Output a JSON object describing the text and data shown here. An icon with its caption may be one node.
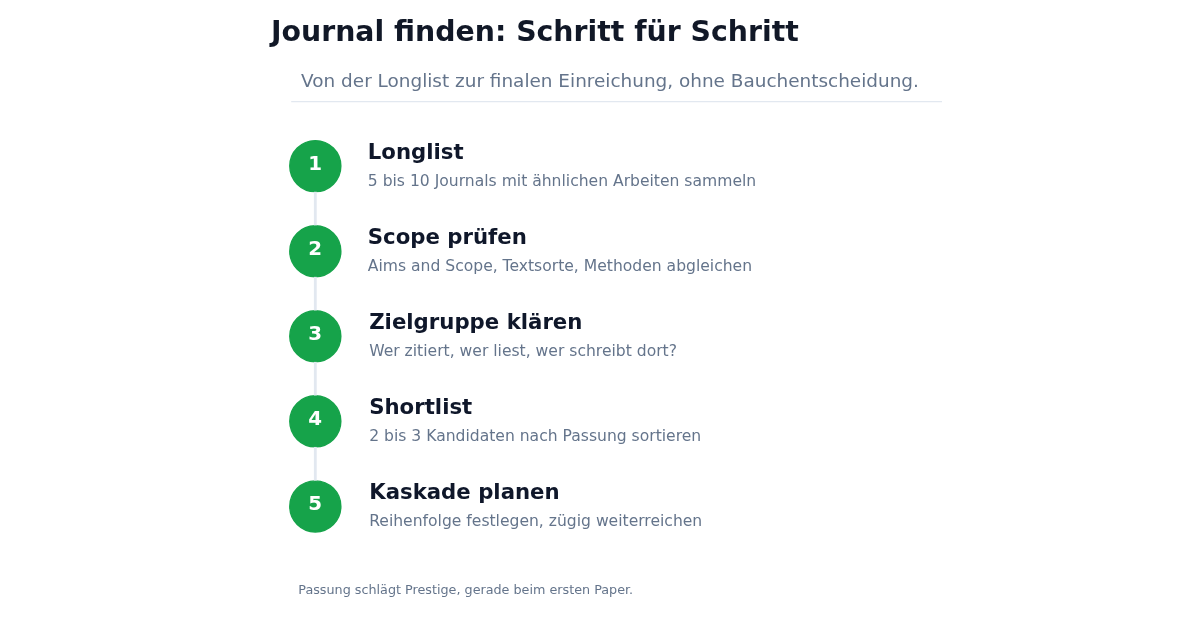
{
  "diagram": {
    "title": "Journal finden: Schritt für Schritt",
    "nodes": [
      {
        "text": [
          "1"
        ],
        "beside": [
          "Longlist",
          "5 bis 10 Journals mit ähnlichen Arbeiten sammeln"
        ]
      },
      {
        "text": [
          "2"
        ],
        "beside": [
          "Scope prüfen",
          "Aims and Scope, Textsorte, Methoden abgleichen"
        ]
      },
      {
        "text": [
          "3"
        ],
        "beside": [
          "Zielgruppe klären",
          "Wer zitiert, wer liest, wer schreibt dort?"
        ]
      },
      {
        "text": [
          "4"
        ],
        "beside": [
          "Shortlist",
          "2 bis 3 Kandidaten nach Passung sortieren"
        ]
      },
      {
        "text": [
          "5"
        ],
        "beside": [
          "Kaskade planen",
          "Reihenfolge festlegen, zügig weiterreichen"
        ]
      }
    ],
    "edges": [
      {
        "from": 0,
        "to": 1,
        "arrow": "none"
      },
      {
        "from": 1,
        "to": 2,
        "arrow": "none"
      },
      {
        "from": 2,
        "to": 3,
        "arrow": "none"
      },
      {
        "from": 3,
        "to": 4,
        "arrow": "none"
      }
    ],
    "labels": [
      "Von der Longlist zur finalen Einreichung, ohne Bauchentscheidung.",
      "Passung schlägt Prestige, gerade beim ersten Paper."
    ]
  }
}
